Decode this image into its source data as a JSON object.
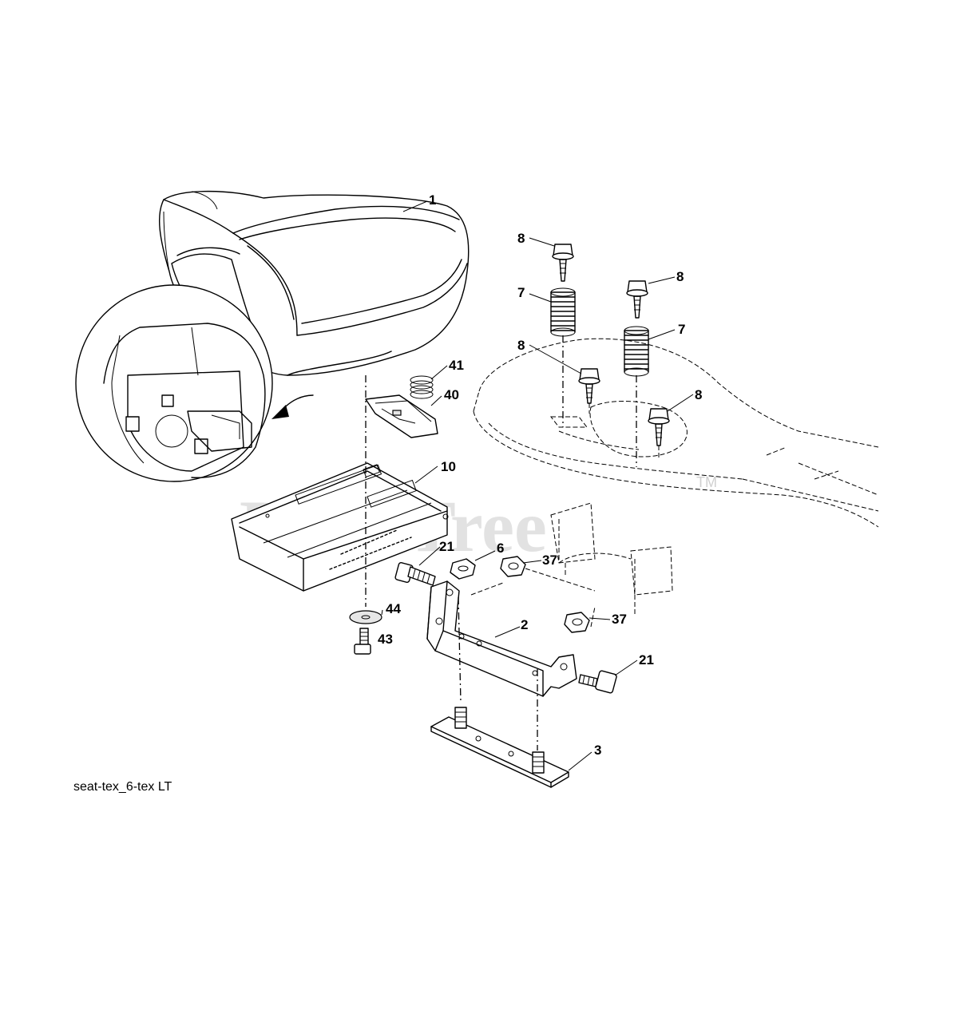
{
  "diagram": {
    "caption": "seat-tex_6-tex LT",
    "watermark": "PartsTree",
    "watermark_mark": "TM",
    "callouts": {
      "seat": "1",
      "bracket": "2",
      "base_plate": "3",
      "nut_6": "6",
      "spring_left": "7",
      "spring_right": "7",
      "bolt_8_top_left": "8",
      "bolt_8_top_right": "8",
      "bolt_8_mid_left": "8",
      "bolt_8_mid_right": "8",
      "seat_pan": "10",
      "bolt_21_left": "21",
      "bolt_21_right": "21",
      "nut_37_top": "37",
      "nut_37_bottom": "37",
      "clip_40": "40",
      "spring_41": "41",
      "bolt_43": "43",
      "washer_44": "44"
    }
  }
}
